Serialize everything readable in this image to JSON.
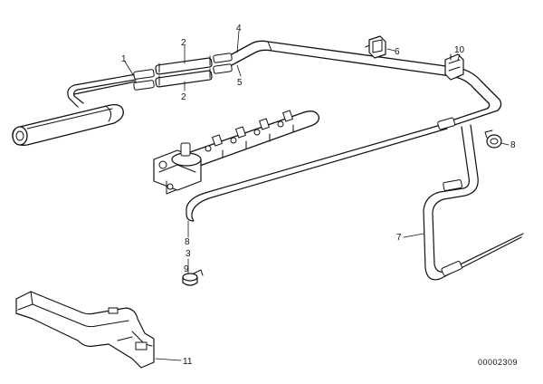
{
  "diagram": {
    "callouts": [
      {
        "id": "c1",
        "label": "1"
      },
      {
        "id": "c2a",
        "label": "2"
      },
      {
        "id": "c2b",
        "label": "2"
      },
      {
        "id": "c3",
        "label": "3"
      },
      {
        "id": "c4",
        "label": "4"
      },
      {
        "id": "c5",
        "label": "5"
      },
      {
        "id": "c6",
        "label": "6"
      },
      {
        "id": "c7",
        "label": "7"
      },
      {
        "id": "c8",
        "label": "8"
      },
      {
        "id": "c8b",
        "label": "8"
      },
      {
        "id": "c9",
        "label": "9"
      },
      {
        "id": "c10",
        "label": "10"
      },
      {
        "id": "c11",
        "label": "11"
      }
    ],
    "doc_number": "00002309"
  }
}
